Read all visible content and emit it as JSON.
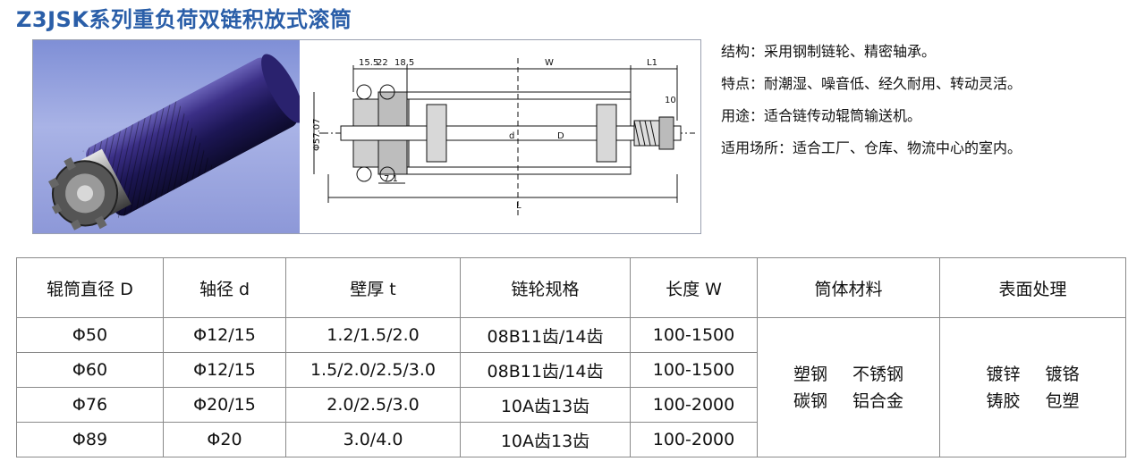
{
  "title": "Z3JSK系列重负荷双链积放式滚筒",
  "figure": {
    "dims": {
      "d1": "15.5",
      "d2": "22",
      "d3": "18.5",
      "w": "W",
      "l1": "L1",
      "ten": "10",
      "phi": "Φ57.07",
      "seven": "7.1",
      "l": "L",
      "big_d": "D",
      "small_d": "d"
    }
  },
  "specs": [
    "结构：采用钢制链轮、精密轴承。",
    "特点：耐潮湿、噪音低、经久耐用、转动灵活。",
    "用途：适合链传动辊筒输送机。",
    "适用场所：适合工厂、仓库、物流中心的室内。"
  ],
  "table": {
    "headers": [
      "辊筒直径 D",
      "轴径 d",
      "壁厚 t",
      "链轮规格",
      "长度 W",
      "筒体材料",
      "表面处理"
    ],
    "rows": [
      [
        "Φ50",
        "Φ12/15",
        "1.2/1.5/2.0",
        "08B11齿/14齿",
        "100-1500"
      ],
      [
        "Φ60",
        "Φ12/15",
        "1.5/2.0/2.5/3.0",
        "08B11齿/14齿",
        "100-1500"
      ],
      [
        "Φ76",
        "Φ20/15",
        "2.0/2.5/3.0",
        "10A齿13齿",
        "100-2000"
      ],
      [
        "Φ89",
        "Φ20",
        "3.0/4.0",
        "10A齿13齿",
        "100-2000"
      ]
    ],
    "material": [
      "塑钢",
      "不锈钢",
      "碳钢",
      "铝合金"
    ],
    "surface": [
      "镀锌",
      "镀铬",
      "铸胶",
      "包塑"
    ]
  }
}
